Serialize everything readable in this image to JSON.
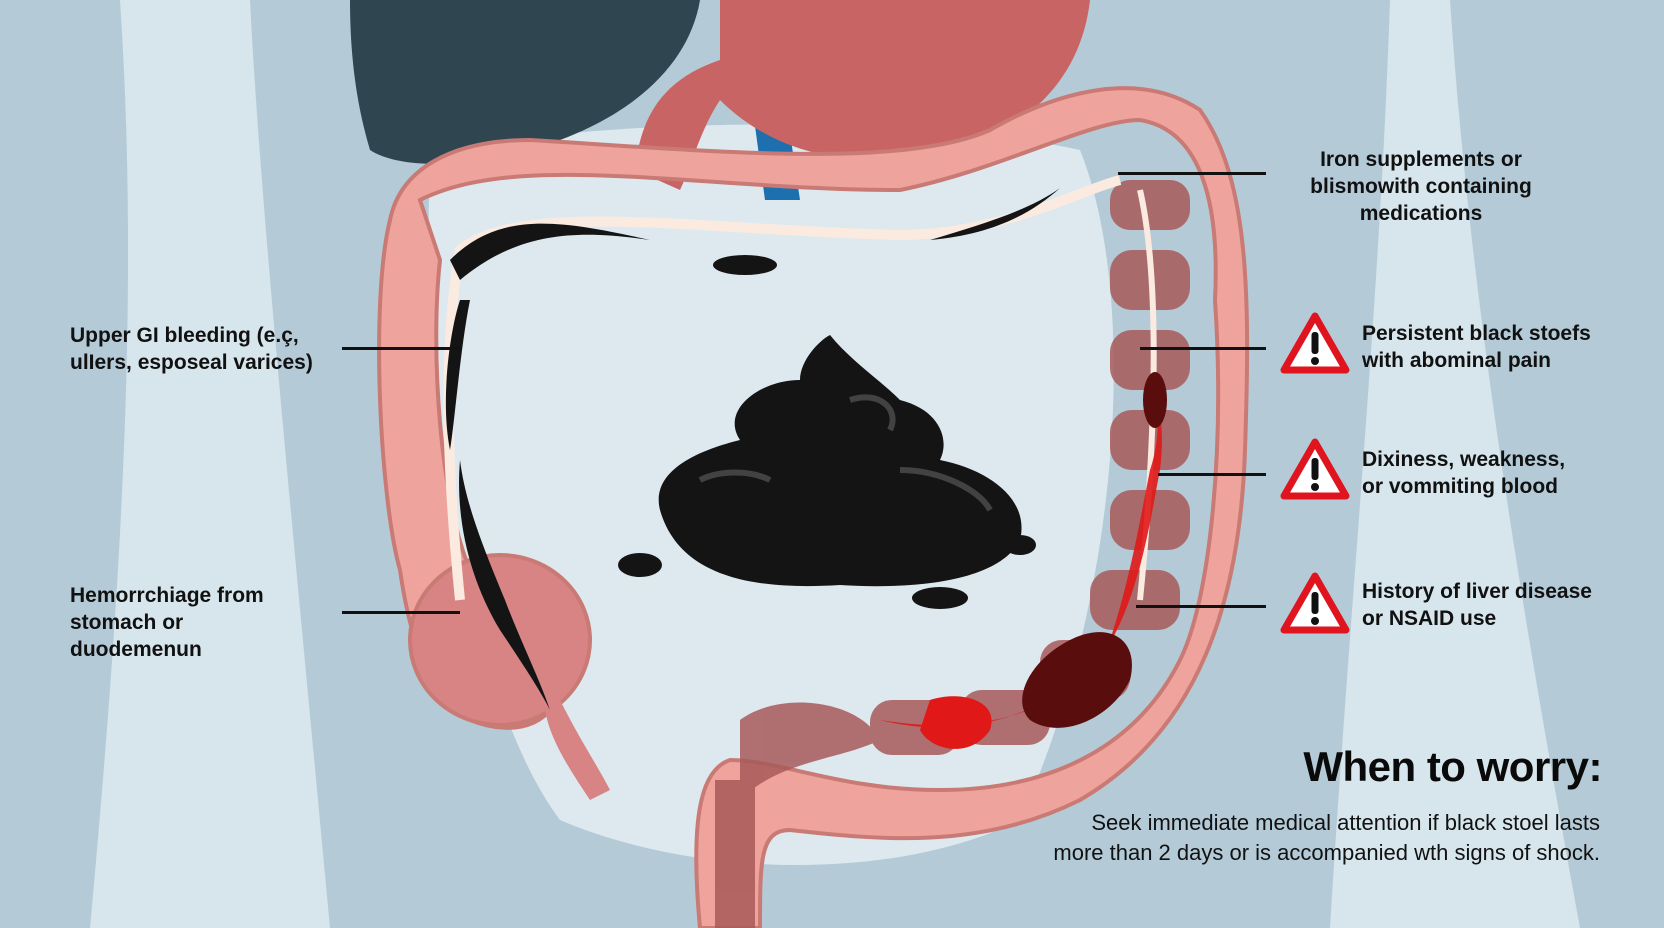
{
  "diagram": {
    "title": "When to worry:",
    "subtitle_lines": [
      "Seek immediate medical attention if black stoel lasts",
      "more than 2 days or is accompanied wth signs of shock."
    ],
    "causes_left": [
      {
        "lines": [
          "Upper GI bleeding (e.ç,",
          "ulIers, esposeal varices)"
        ]
      },
      {
        "lines": [
          "Hemorrchiage from",
          "stomach  or",
          "duodemenun"
        ]
      }
    ],
    "causes_right": [
      {
        "lines": [
          "Iron supplements or",
          "blismowith containing",
          "medications"
        ]
      }
    ],
    "warnings": [
      {
        "icon": "warning-triangle-icon",
        "lines": [
          "Persistent black stoefs",
          "with abominal pain"
        ]
      },
      {
        "icon": "warning-triangle-icon",
        "lines": [
          "Dixiness, weakness,",
          "or vommiting blood"
        ]
      },
      {
        "icon": "warning-triangle-icon",
        "lines": [
          "History of liver disease",
          "or NSAID use"
        ]
      }
    ],
    "colors": {
      "background": "#b4cbd7",
      "intestine": "#eea39c",
      "intestine_inner": "#a85a5a",
      "stool": "#141414",
      "blood": "#e01818",
      "warning_red": "#e0141e",
      "liver": "#2f4650",
      "stomach": "#c96464",
      "vessel": "#1e6fae"
    }
  }
}
